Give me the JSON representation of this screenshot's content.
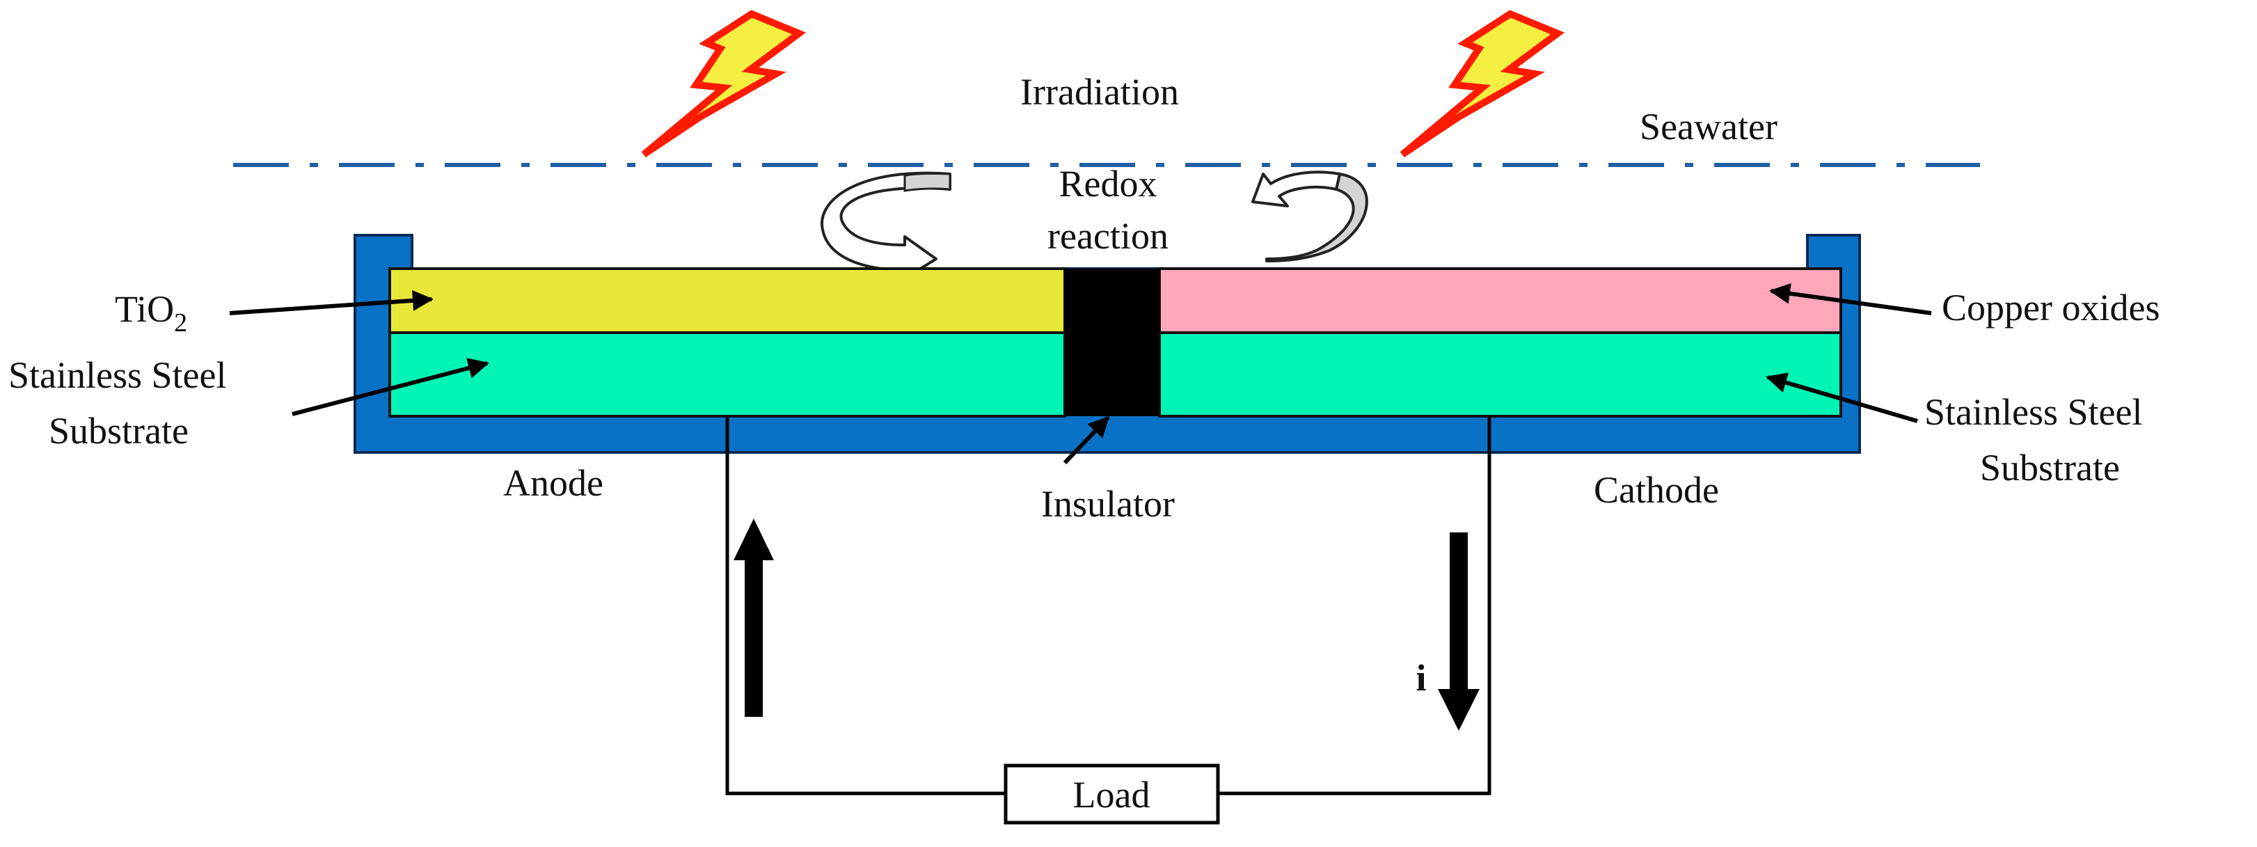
{
  "labels": {
    "irradiation": "Irradiation",
    "seawater": "Seawater",
    "redox_line1": "Redox",
    "redox_line2": "reaction",
    "tio2_main": "TiO",
    "tio2_sub": "2",
    "stainless_left_1": "Stainless Steel",
    "stainless_left_2": "Substrate",
    "copper_oxides": "Copper oxides",
    "stainless_right_1": "Stainless Steel",
    "stainless_right_2": "Substrate",
    "anode": "Anode",
    "cathode": "Cathode",
    "insulator": "Insulator",
    "current": "i",
    "load": "Load"
  },
  "colors": {
    "tray": "#0a72c6",
    "tio2": "#e8e83a",
    "substrate": "#00f5b5",
    "copper_oxide": "#ffa6bb",
    "insulator": "#000000",
    "water_line": "#1f5fa6",
    "bolt_fill": "#f4ef40",
    "bolt_stroke": "#ff1a00",
    "redox_arrow": "#d4d4d4"
  }
}
